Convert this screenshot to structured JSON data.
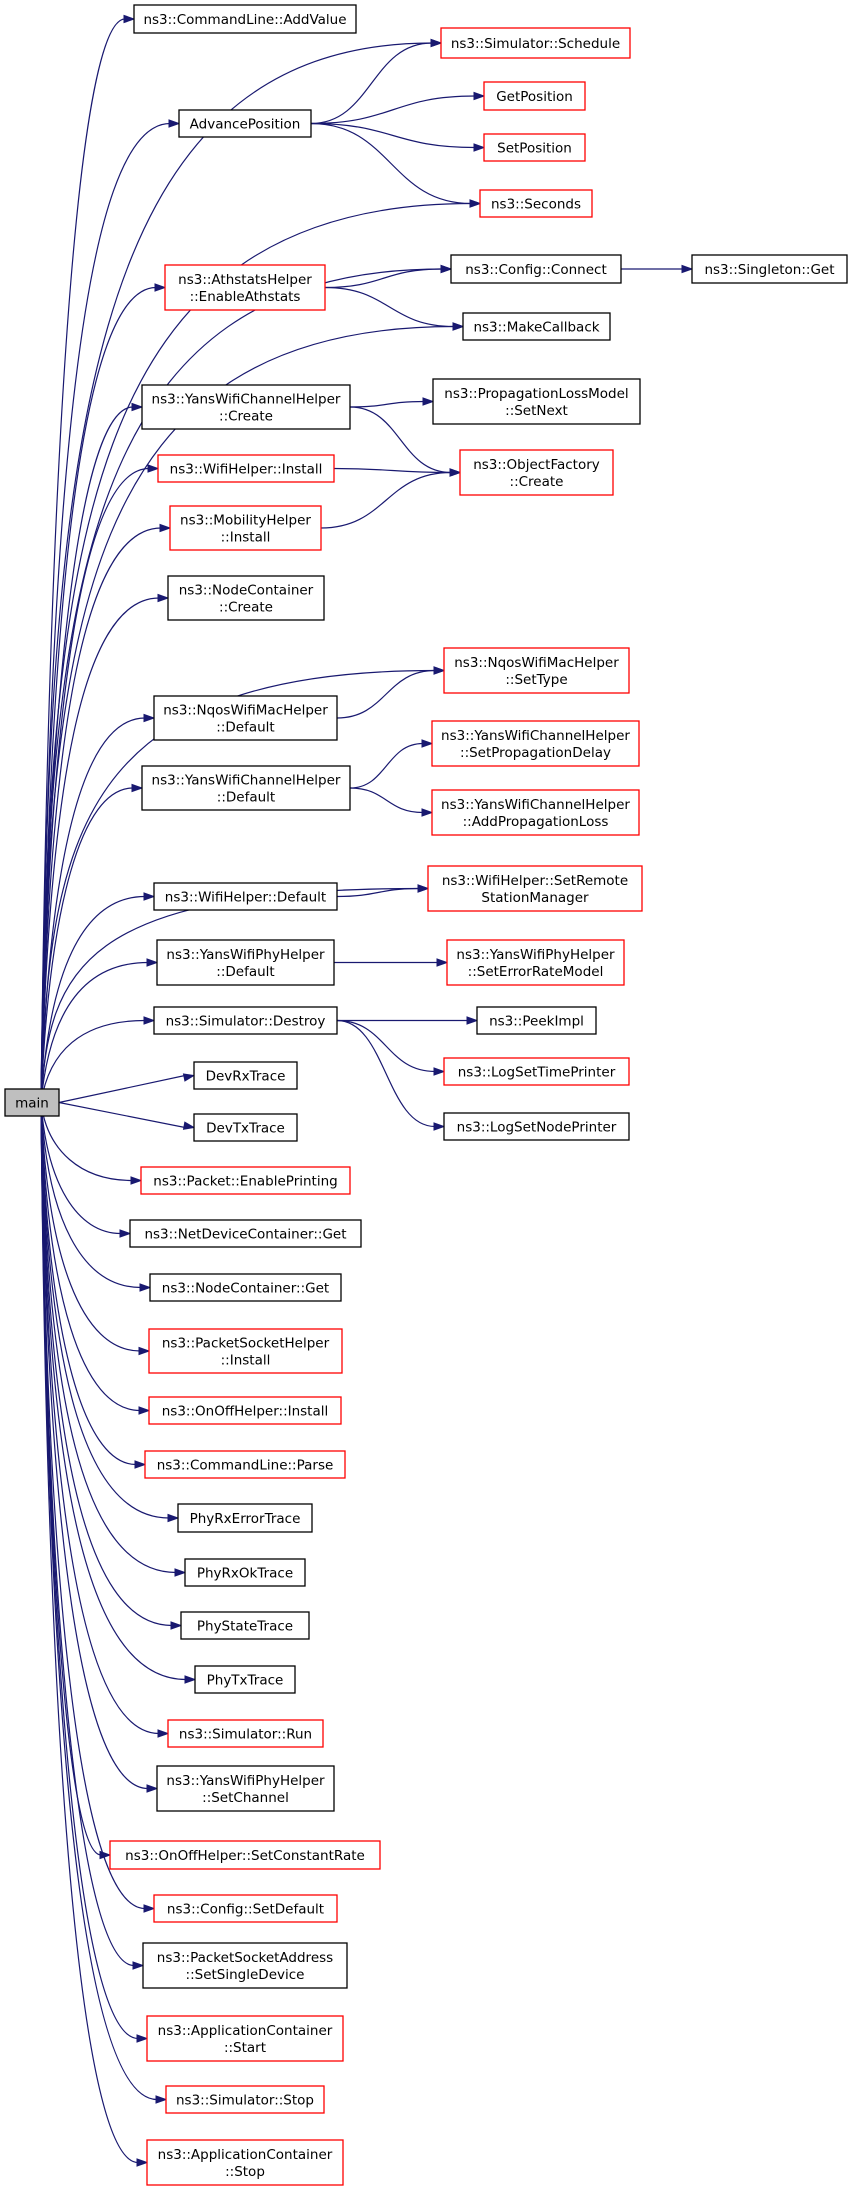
{
  "colors": {
    "edge": "#191970",
    "linked_border": "#ff0000",
    "plain_border": "#000000",
    "root_fill": "#bfbfbf"
  },
  "nodes": [
    {
      "id": "main",
      "lines": [
        "main"
      ],
      "style": "root"
    },
    {
      "id": "cmdAdd",
      "lines": [
        "ns3::CommandLine::AddValue"
      ],
      "style": "black"
    },
    {
      "id": "schedule",
      "lines": [
        "ns3::Simulator::Schedule"
      ],
      "style": "red"
    },
    {
      "id": "advance",
      "lines": [
        "AdvancePosition"
      ],
      "style": "black"
    },
    {
      "id": "getpos",
      "lines": [
        "GetPosition"
      ],
      "style": "red"
    },
    {
      "id": "setpos",
      "lines": [
        "SetPosition"
      ],
      "style": "red"
    },
    {
      "id": "seconds",
      "lines": [
        "ns3::Seconds"
      ],
      "style": "red"
    },
    {
      "id": "athstats",
      "lines": [
        "ns3::AthstatsHelper",
        "::EnableAthstats"
      ],
      "style": "red"
    },
    {
      "id": "connect",
      "lines": [
        "ns3::Config::Connect"
      ],
      "style": "black"
    },
    {
      "id": "singleton",
      "lines": [
        "ns3::Singleton::Get"
      ],
      "style": "black"
    },
    {
      "id": "makecb",
      "lines": [
        "ns3::MakeCallback"
      ],
      "style": "black"
    },
    {
      "id": "yanschCreate",
      "lines": [
        "ns3::YansWifiChannelHelper",
        "::Create"
      ],
      "style": "black"
    },
    {
      "id": "propNext",
      "lines": [
        "ns3::PropagationLossModel",
        "::SetNext"
      ],
      "style": "black"
    },
    {
      "id": "wifiInstall",
      "lines": [
        "ns3::WifiHelper::Install"
      ],
      "style": "red"
    },
    {
      "id": "objCreate",
      "lines": [
        "ns3::ObjectFactory",
        "::Create"
      ],
      "style": "red"
    },
    {
      "id": "mobInstall",
      "lines": [
        "ns3::MobilityHelper",
        "::Install"
      ],
      "style": "red"
    },
    {
      "id": "nodeCreate",
      "lines": [
        "ns3::NodeContainer",
        "::Create"
      ],
      "style": "black"
    },
    {
      "id": "nqosSetType",
      "lines": [
        "ns3::NqosWifiMacHelper",
        "::SetType"
      ],
      "style": "red"
    },
    {
      "id": "nqosDefault",
      "lines": [
        "ns3::NqosWifiMacHelper",
        "::Default"
      ],
      "style": "black"
    },
    {
      "id": "setPropDelay",
      "lines": [
        "ns3::YansWifiChannelHelper",
        "::SetPropagationDelay"
      ],
      "style": "red"
    },
    {
      "id": "yanschDefault",
      "lines": [
        "ns3::YansWifiChannelHelper",
        "::Default"
      ],
      "style": "black"
    },
    {
      "id": "addPropLoss",
      "lines": [
        "ns3::YansWifiChannelHelper",
        "::AddPropagationLoss"
      ],
      "style": "red"
    },
    {
      "id": "setRemote",
      "lines": [
        "ns3::WifiHelper::SetRemote",
        "StationManager"
      ],
      "style": "red"
    },
    {
      "id": "wifiDefault",
      "lines": [
        "ns3::WifiHelper::Default"
      ],
      "style": "black"
    },
    {
      "id": "phyDefault",
      "lines": [
        "ns3::YansWifiPhyHelper",
        "::Default"
      ],
      "style": "black"
    },
    {
      "id": "setErrRate",
      "lines": [
        "ns3::YansWifiPhyHelper",
        "::SetErrorRateModel"
      ],
      "style": "red"
    },
    {
      "id": "destroy",
      "lines": [
        "ns3::Simulator::Destroy"
      ],
      "style": "black"
    },
    {
      "id": "peek",
      "lines": [
        "ns3::PeekImpl"
      ],
      "style": "black"
    },
    {
      "id": "logTime",
      "lines": [
        "ns3::LogSetTimePrinter"
      ],
      "style": "red"
    },
    {
      "id": "devRx",
      "lines": [
        "DevRxTrace"
      ],
      "style": "black"
    },
    {
      "id": "logNode",
      "lines": [
        "ns3::LogSetNodePrinter"
      ],
      "style": "black"
    },
    {
      "id": "devTx",
      "lines": [
        "DevTxTrace"
      ],
      "style": "black"
    },
    {
      "id": "enablePrint",
      "lines": [
        "ns3::Packet::EnablePrinting"
      ],
      "style": "red"
    },
    {
      "id": "ndcGet",
      "lines": [
        "ns3::NetDeviceContainer::Get"
      ],
      "style": "black"
    },
    {
      "id": "ncGet",
      "lines": [
        "ns3::NodeContainer::Get"
      ],
      "style": "black"
    },
    {
      "id": "psInstall",
      "lines": [
        "ns3::PacketSocketHelper",
        "::Install"
      ],
      "style": "red"
    },
    {
      "id": "onoffInstall",
      "lines": [
        "ns3::OnOffHelper::Install"
      ],
      "style": "red"
    },
    {
      "id": "cmdParse",
      "lines": [
        "ns3::CommandLine::Parse"
      ],
      "style": "red"
    },
    {
      "id": "phyRxErr",
      "lines": [
        "PhyRxErrorTrace"
      ],
      "style": "black"
    },
    {
      "id": "phyRxOk",
      "lines": [
        "PhyRxOkTrace"
      ],
      "style": "black"
    },
    {
      "id": "phyState",
      "lines": [
        "PhyStateTrace"
      ],
      "style": "black"
    },
    {
      "id": "phyTx",
      "lines": [
        "PhyTxTrace"
      ],
      "style": "black"
    },
    {
      "id": "simRun",
      "lines": [
        "ns3::Simulator::Run"
      ],
      "style": "red"
    },
    {
      "id": "setChannel",
      "lines": [
        "ns3::YansWifiPhyHelper",
        "::SetChannel"
      ],
      "style": "black"
    },
    {
      "id": "setConstRate",
      "lines": [
        "ns3::OnOffHelper::SetConstantRate"
      ],
      "style": "red"
    },
    {
      "id": "cfgSetDef",
      "lines": [
        "ns3::Config::SetDefault"
      ],
      "style": "red"
    },
    {
      "id": "psaSingle",
      "lines": [
        "ns3::PacketSocketAddress",
        "::SetSingleDevice"
      ],
      "style": "black"
    },
    {
      "id": "appStart",
      "lines": [
        "ns3::ApplicationContainer",
        "::Start"
      ],
      "style": "red"
    },
    {
      "id": "simStop",
      "lines": [
        "ns3::Simulator::Stop"
      ],
      "style": "red"
    },
    {
      "id": "appStop",
      "lines": [
        "ns3::ApplicationContainer",
        "::Stop"
      ],
      "style": "red"
    }
  ],
  "edges": [
    [
      "main",
      "cmdAdd"
    ],
    [
      "main",
      "schedule"
    ],
    [
      "main",
      "advance"
    ],
    [
      "main",
      "seconds"
    ],
    [
      "main",
      "athstats"
    ],
    [
      "main",
      "connect"
    ],
    [
      "main",
      "makecb"
    ],
    [
      "main",
      "yanschCreate"
    ],
    [
      "main",
      "wifiInstall"
    ],
    [
      "main",
      "mobInstall"
    ],
    [
      "main",
      "nodeCreate"
    ],
    [
      "main",
      "nqosSetType"
    ],
    [
      "main",
      "nqosDefault"
    ],
    [
      "main",
      "yanschDefault"
    ],
    [
      "main",
      "setRemote"
    ],
    [
      "main",
      "wifiDefault"
    ],
    [
      "main",
      "phyDefault"
    ],
    [
      "main",
      "destroy"
    ],
    [
      "main",
      "devRx"
    ],
    [
      "main",
      "devTx"
    ],
    [
      "main",
      "enablePrint"
    ],
    [
      "main",
      "ndcGet"
    ],
    [
      "main",
      "ncGet"
    ],
    [
      "main",
      "psInstall"
    ],
    [
      "main",
      "onoffInstall"
    ],
    [
      "main",
      "cmdParse"
    ],
    [
      "main",
      "phyRxErr"
    ],
    [
      "main",
      "phyRxOk"
    ],
    [
      "main",
      "phyState"
    ],
    [
      "main",
      "phyTx"
    ],
    [
      "main",
      "simRun"
    ],
    [
      "main",
      "setChannel"
    ],
    [
      "main",
      "setConstRate"
    ],
    [
      "main",
      "cfgSetDef"
    ],
    [
      "main",
      "psaSingle"
    ],
    [
      "main",
      "appStart"
    ],
    [
      "main",
      "simStop"
    ],
    [
      "main",
      "appStop"
    ],
    [
      "advance",
      "schedule"
    ],
    [
      "advance",
      "getpos"
    ],
    [
      "advance",
      "setpos"
    ],
    [
      "advance",
      "seconds"
    ],
    [
      "athstats",
      "connect"
    ],
    [
      "athstats",
      "makecb"
    ],
    [
      "connect",
      "singleton"
    ],
    [
      "yanschCreate",
      "propNext"
    ],
    [
      "yanschCreate",
      "objCreate"
    ],
    [
      "wifiInstall",
      "objCreate"
    ],
    [
      "mobInstall",
      "objCreate"
    ],
    [
      "nqosDefault",
      "nqosSetType"
    ],
    [
      "yanschDefault",
      "setPropDelay"
    ],
    [
      "yanschDefault",
      "addPropLoss"
    ],
    [
      "wifiDefault",
      "setRemote"
    ],
    [
      "phyDefault",
      "setErrRate"
    ],
    [
      "destroy",
      "peek"
    ],
    [
      "destroy",
      "logTime"
    ],
    [
      "destroy",
      "logNode"
    ]
  ]
}
